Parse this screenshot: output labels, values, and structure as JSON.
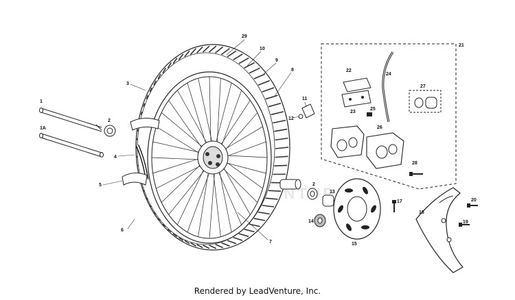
{
  "footer": "Rendered by LeadVenture, Inc.",
  "watermark": "LEADVENTURE",
  "callouts": [
    {
      "id": "c29",
      "label": "29"
    },
    {
      "id": "c10",
      "label": "10"
    },
    {
      "id": "c9",
      "label": "9"
    },
    {
      "id": "c8",
      "label": "8"
    },
    {
      "id": "c3",
      "label": "3"
    },
    {
      "id": "c1",
      "label": "1"
    },
    {
      "id": "c2a",
      "label": "2"
    },
    {
      "id": "c1a",
      "label": "1A"
    },
    {
      "id": "c4",
      "label": "4"
    },
    {
      "id": "c5",
      "label": "5"
    },
    {
      "id": "c6",
      "label": "6"
    },
    {
      "id": "c7",
      "label": "7"
    },
    {
      "id": "c11",
      "label": "11"
    },
    {
      "id": "c12",
      "label": "12"
    },
    {
      "id": "c21",
      "label": "21"
    },
    {
      "id": "c22",
      "label": "22"
    },
    {
      "id": "c23",
      "label": "23"
    },
    {
      "id": "c24",
      "label": "24"
    },
    {
      "id": "c25",
      "label": "25"
    },
    {
      "id": "c26",
      "label": "26"
    },
    {
      "id": "c27",
      "label": "27"
    },
    {
      "id": "c28",
      "label": "28"
    },
    {
      "id": "c2b",
      "label": "2"
    },
    {
      "id": "c13",
      "label": "13"
    },
    {
      "id": "c14",
      "label": "14"
    },
    {
      "id": "c15",
      "label": "15"
    },
    {
      "id": "c17",
      "label": "17"
    },
    {
      "id": "c18",
      "label": "18"
    },
    {
      "id": "c19",
      "label": "19"
    },
    {
      "id": "c20",
      "label": "20"
    }
  ]
}
